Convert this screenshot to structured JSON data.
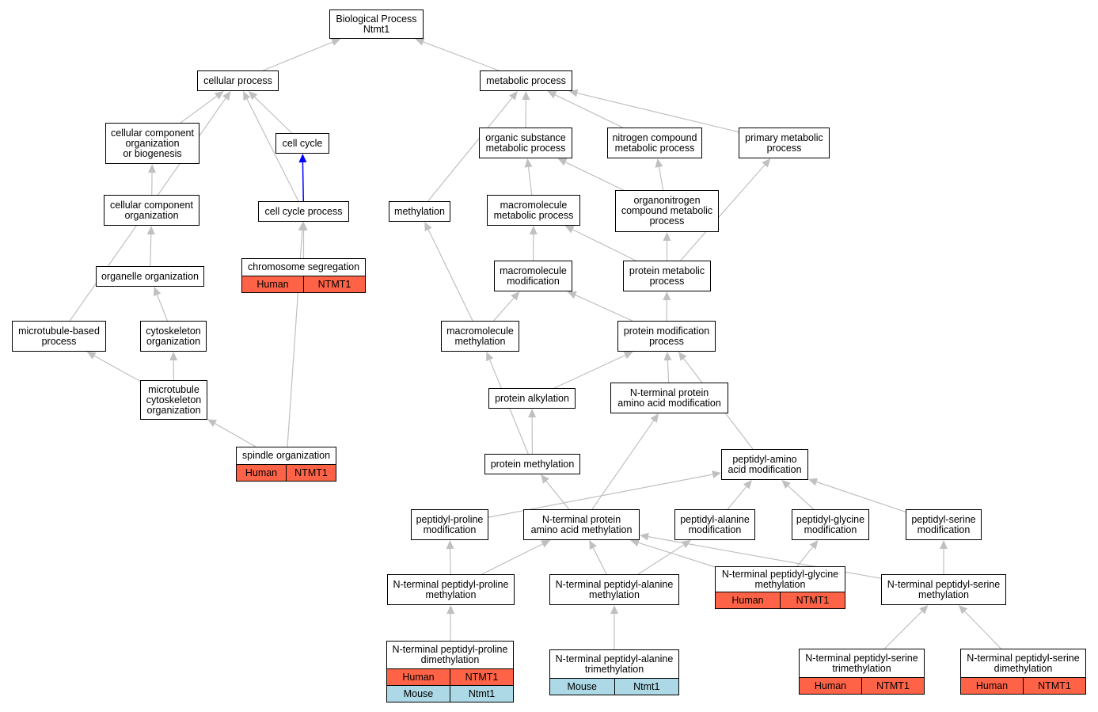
{
  "colors": {
    "human": "#ff6347",
    "mouse": "#add8e6",
    "edge": "#c0c0c0",
    "highlight_edge": "#0000ff"
  },
  "nodes": {
    "biological_process": {
      "label": "Biological Process\nNtmt1"
    },
    "cellular_process": {
      "label": "cellular process"
    },
    "metabolic_process": {
      "label": "metabolic process"
    },
    "cellular_component_org_biogenesis": {
      "label": "cellular component\norganization\nor biogenesis"
    },
    "cell_cycle": {
      "label": "cell cycle"
    },
    "organic_substance_metabolic": {
      "label": "organic substance\nmetabolic process"
    },
    "nitrogen_compound_metabolic": {
      "label": "nitrogen compound\nmetabolic process"
    },
    "primary_metabolic": {
      "label": "primary metabolic\nprocess"
    },
    "cellular_component_org": {
      "label": "cellular component\norganization"
    },
    "cell_cycle_process": {
      "label": "cell cycle process"
    },
    "methylation": {
      "label": "methylation"
    },
    "macromolecule_metabolic": {
      "label": "macromolecule\nmetabolic process"
    },
    "organonitrogen_compound_metabolic": {
      "label": "organonitrogen\ncompound metabolic\nprocess"
    },
    "chromosome_segregation": {
      "label": "chromosome segregation",
      "rows": [
        [
          "Human",
          "NTMT1"
        ]
      ]
    },
    "organelle_org": {
      "label": "organelle organization"
    },
    "macromolecule_modification": {
      "label": "macromolecule\nmodification"
    },
    "protein_metabolic": {
      "label": "protein metabolic\nprocess"
    },
    "microtubule_based_process": {
      "label": "microtubule-based\nprocess"
    },
    "cytoskeleton_org": {
      "label": "cytoskeleton\norganization"
    },
    "macromolecule_methylation": {
      "label": "macromolecule\nmethylation"
    },
    "protein_modification_process": {
      "label": "protein modification\nprocess"
    },
    "microtubule_cytoskeleton_org": {
      "label": "microtubule\ncytoskeleton\norganization"
    },
    "protein_alkylation": {
      "label": "protein alkylation"
    },
    "nterm_protein_aa_modification": {
      "label": "N-terminal protein\namino acid modification"
    },
    "spindle_org": {
      "label": "spindle organization",
      "rows": [
        [
          "Human",
          "NTMT1"
        ]
      ]
    },
    "protein_methylation": {
      "label": "protein methylation"
    },
    "peptidyl_aa_modification": {
      "label": "peptidyl-amino\nacid modification"
    },
    "peptidyl_proline_mod": {
      "label": "peptidyl-proline\nmodification"
    },
    "nterm_protein_aa_methylation": {
      "label": "N-terminal protein\namino acid methylation"
    },
    "peptidyl_alanine_mod": {
      "label": "peptidyl-alanine\nmodification"
    },
    "peptidyl_glycine_mod": {
      "label": "peptidyl-glycine\nmodification"
    },
    "peptidyl_serine_mod": {
      "label": "peptidyl-serine\nmodification"
    },
    "nterm_peptidyl_glycine_meth": {
      "label": "N-terminal peptidyl-glycine\nmethylation",
      "rows": [
        [
          "Human",
          "NTMT1"
        ]
      ]
    },
    "nterm_peptidyl_proline_meth": {
      "label": "N-terminal peptidyl-proline\nmethylation"
    },
    "nterm_peptidyl_alanine_meth": {
      "label": "N-terminal peptidyl-alanine\nmethylation"
    },
    "nterm_peptidyl_serine_meth": {
      "label": "N-terminal peptidyl-serine\nmethylation"
    },
    "nterm_peptidyl_proline_dimeth": {
      "label": "N-terminal peptidyl-proline\ndimethylation",
      "rows": [
        [
          "Human",
          "NTMT1"
        ],
        [
          "Mouse",
          "Ntmt1"
        ]
      ]
    },
    "nterm_peptidyl_alanine_trimeth": {
      "label": "N-terminal peptidyl-alanine\ntrimethylation",
      "rows": [
        [
          "Mouse",
          "Ntmt1"
        ]
      ]
    },
    "nterm_peptidyl_serine_trimeth": {
      "label": "N-terminal peptidyl-serine\ntrimethylation",
      "rows": [
        [
          "Human",
          "NTMT1"
        ]
      ]
    },
    "nterm_peptidyl_serine_dimeth": {
      "label": "N-terminal peptidyl-serine\ndimethylation",
      "rows": [
        [
          "Human",
          "NTMT1"
        ]
      ]
    }
  },
  "edges": [
    [
      "cellular_process",
      "biological_process"
    ],
    [
      "metabolic_process",
      "biological_process"
    ],
    [
      "cellular_component_org_biogenesis",
      "cellular_process"
    ],
    [
      "cell_cycle",
      "cellular_process"
    ],
    [
      "cell_cycle_process",
      "cellular_process"
    ],
    [
      "microtubule_based_process",
      "cellular_process"
    ],
    [
      "organic_substance_metabolic",
      "metabolic_process"
    ],
    [
      "nitrogen_compound_metabolic",
      "metabolic_process"
    ],
    [
      "primary_metabolic",
      "metabolic_process"
    ],
    [
      "methylation",
      "metabolic_process"
    ],
    [
      "cellular_component_org",
      "cellular_component_org_biogenesis"
    ],
    [
      "organelle_org",
      "cellular_component_org"
    ],
    [
      "cytoskeleton_org",
      "organelle_org"
    ],
    [
      "microtubule_cytoskeleton_org",
      "cytoskeleton_org"
    ],
    [
      "microtubule_cytoskeleton_org",
      "microtubule_based_process"
    ],
    [
      "spindle_org",
      "microtubule_cytoskeleton_org"
    ],
    [
      "spindle_org",
      "cell_cycle_process"
    ],
    [
      "chromosome_segregation",
      "cell_cycle_process"
    ],
    [
      "cell_cycle_process",
      "cell_cycle",
      "highlight"
    ],
    [
      "macromolecule_metabolic",
      "organic_substance_metabolic"
    ],
    [
      "organonitrogen_compound_metabolic",
      "organic_substance_metabolic"
    ],
    [
      "organonitrogen_compound_metabolic",
      "nitrogen_compound_metabolic"
    ],
    [
      "protein_metabolic",
      "organonitrogen_compound_metabolic"
    ],
    [
      "protein_metabolic",
      "macromolecule_metabolic"
    ],
    [
      "protein_metabolic",
      "primary_metabolic"
    ],
    [
      "macromolecule_modification",
      "macromolecule_metabolic"
    ],
    [
      "macromolecule_methylation",
      "macromolecule_modification"
    ],
    [
      "macromolecule_methylation",
      "methylation"
    ],
    [
      "protein_modification_process",
      "macromolecule_modification"
    ],
    [
      "protein_modification_process",
      "protein_metabolic"
    ],
    [
      "protein_alkylation",
      "protein_modification_process"
    ],
    [
      "nterm_protein_aa_modification",
      "protein_modification_process"
    ],
    [
      "peptidyl_aa_modification",
      "protein_modification_process"
    ],
    [
      "protein_methylation",
      "protein_alkylation"
    ],
    [
      "protein_methylation",
      "macromolecule_methylation"
    ],
    [
      "nterm_protein_aa_methylation",
      "protein_methylation"
    ],
    [
      "nterm_protein_aa_methylation",
      "nterm_protein_aa_modification"
    ],
    [
      "peptidyl_proline_mod",
      "peptidyl_aa_modification"
    ],
    [
      "peptidyl_alanine_mod",
      "peptidyl_aa_modification"
    ],
    [
      "peptidyl_glycine_mod",
      "peptidyl_aa_modification"
    ],
    [
      "peptidyl_serine_mod",
      "peptidyl_aa_modification"
    ],
    [
      "nterm_peptidyl_proline_meth",
      "peptidyl_proline_mod"
    ],
    [
      "nterm_peptidyl_proline_meth",
      "nterm_protein_aa_methylation"
    ],
    [
      "nterm_peptidyl_alanine_meth",
      "nterm_protein_aa_methylation"
    ],
    [
      "nterm_peptidyl_alanine_meth",
      "peptidyl_alanine_mod"
    ],
    [
      "nterm_peptidyl_glycine_meth",
      "nterm_protein_aa_methylation"
    ],
    [
      "nterm_peptidyl_glycine_meth",
      "peptidyl_glycine_mod"
    ],
    [
      "nterm_peptidyl_serine_meth",
      "nterm_protein_aa_methylation"
    ],
    [
      "nterm_peptidyl_serine_meth",
      "peptidyl_serine_mod"
    ],
    [
      "nterm_peptidyl_proline_dimeth",
      "nterm_peptidyl_proline_meth"
    ],
    [
      "nterm_peptidyl_alanine_trimeth",
      "nterm_peptidyl_alanine_meth"
    ],
    [
      "nterm_peptidyl_serine_trimeth",
      "nterm_peptidyl_serine_meth"
    ],
    [
      "nterm_peptidyl_serine_dimeth",
      "nterm_peptidyl_serine_meth"
    ]
  ]
}
